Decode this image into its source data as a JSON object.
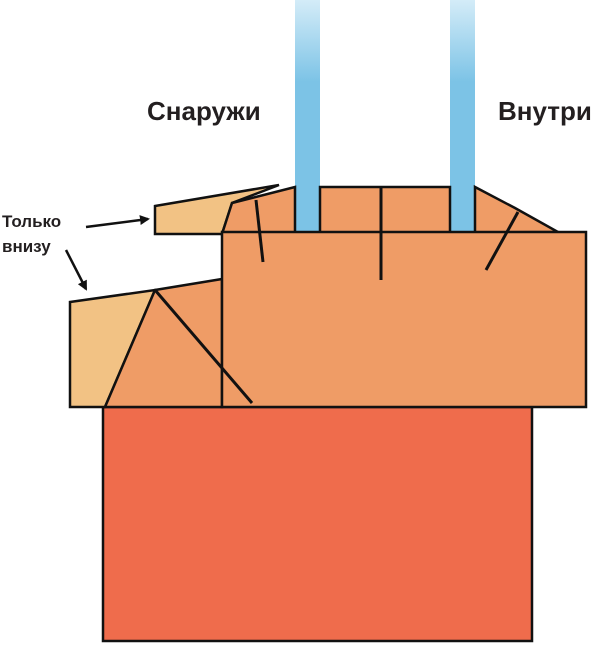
{
  "labels": {
    "outside": "Снаружи",
    "inside": "Внутри",
    "only_bottom_line1": "Только",
    "only_bottom_line2": "внизу"
  },
  "colors": {
    "glass_light": "#d4ecf8",
    "glass_mid": "#7cc3e6",
    "wall": "#ef6c4c",
    "frame": "#ef9c66",
    "sealant": "#f2c284",
    "outline": "#111111",
    "text": "#231f20"
  }
}
